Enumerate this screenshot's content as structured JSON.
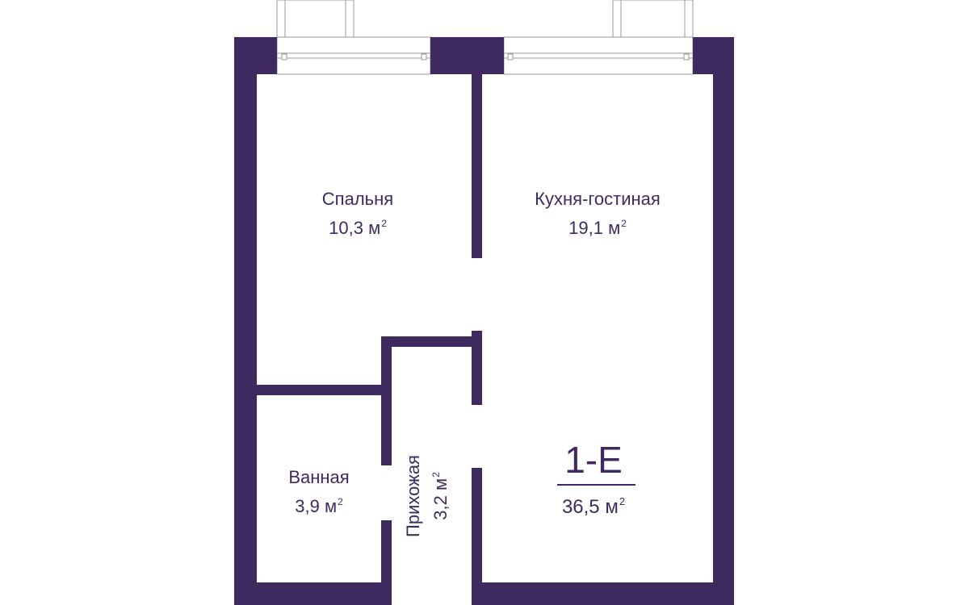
{
  "colors": {
    "wall": "#3f2a5f",
    "text": "#3f2a5f",
    "window": "#9a9a9a"
  },
  "apartment": {
    "code": "1-Е",
    "total_area_value": "36,5",
    "unit": "м",
    "unit_power": "2"
  },
  "rooms": {
    "bedroom": {
      "name": "Спальня",
      "area": "10,3"
    },
    "kitchen_living": {
      "name": "Кухня-гостиная",
      "area": "19,1"
    },
    "bathroom": {
      "name": "Ванная",
      "area": "3,9"
    },
    "hallway": {
      "name": "Прихожая",
      "area": "3,2"
    }
  }
}
